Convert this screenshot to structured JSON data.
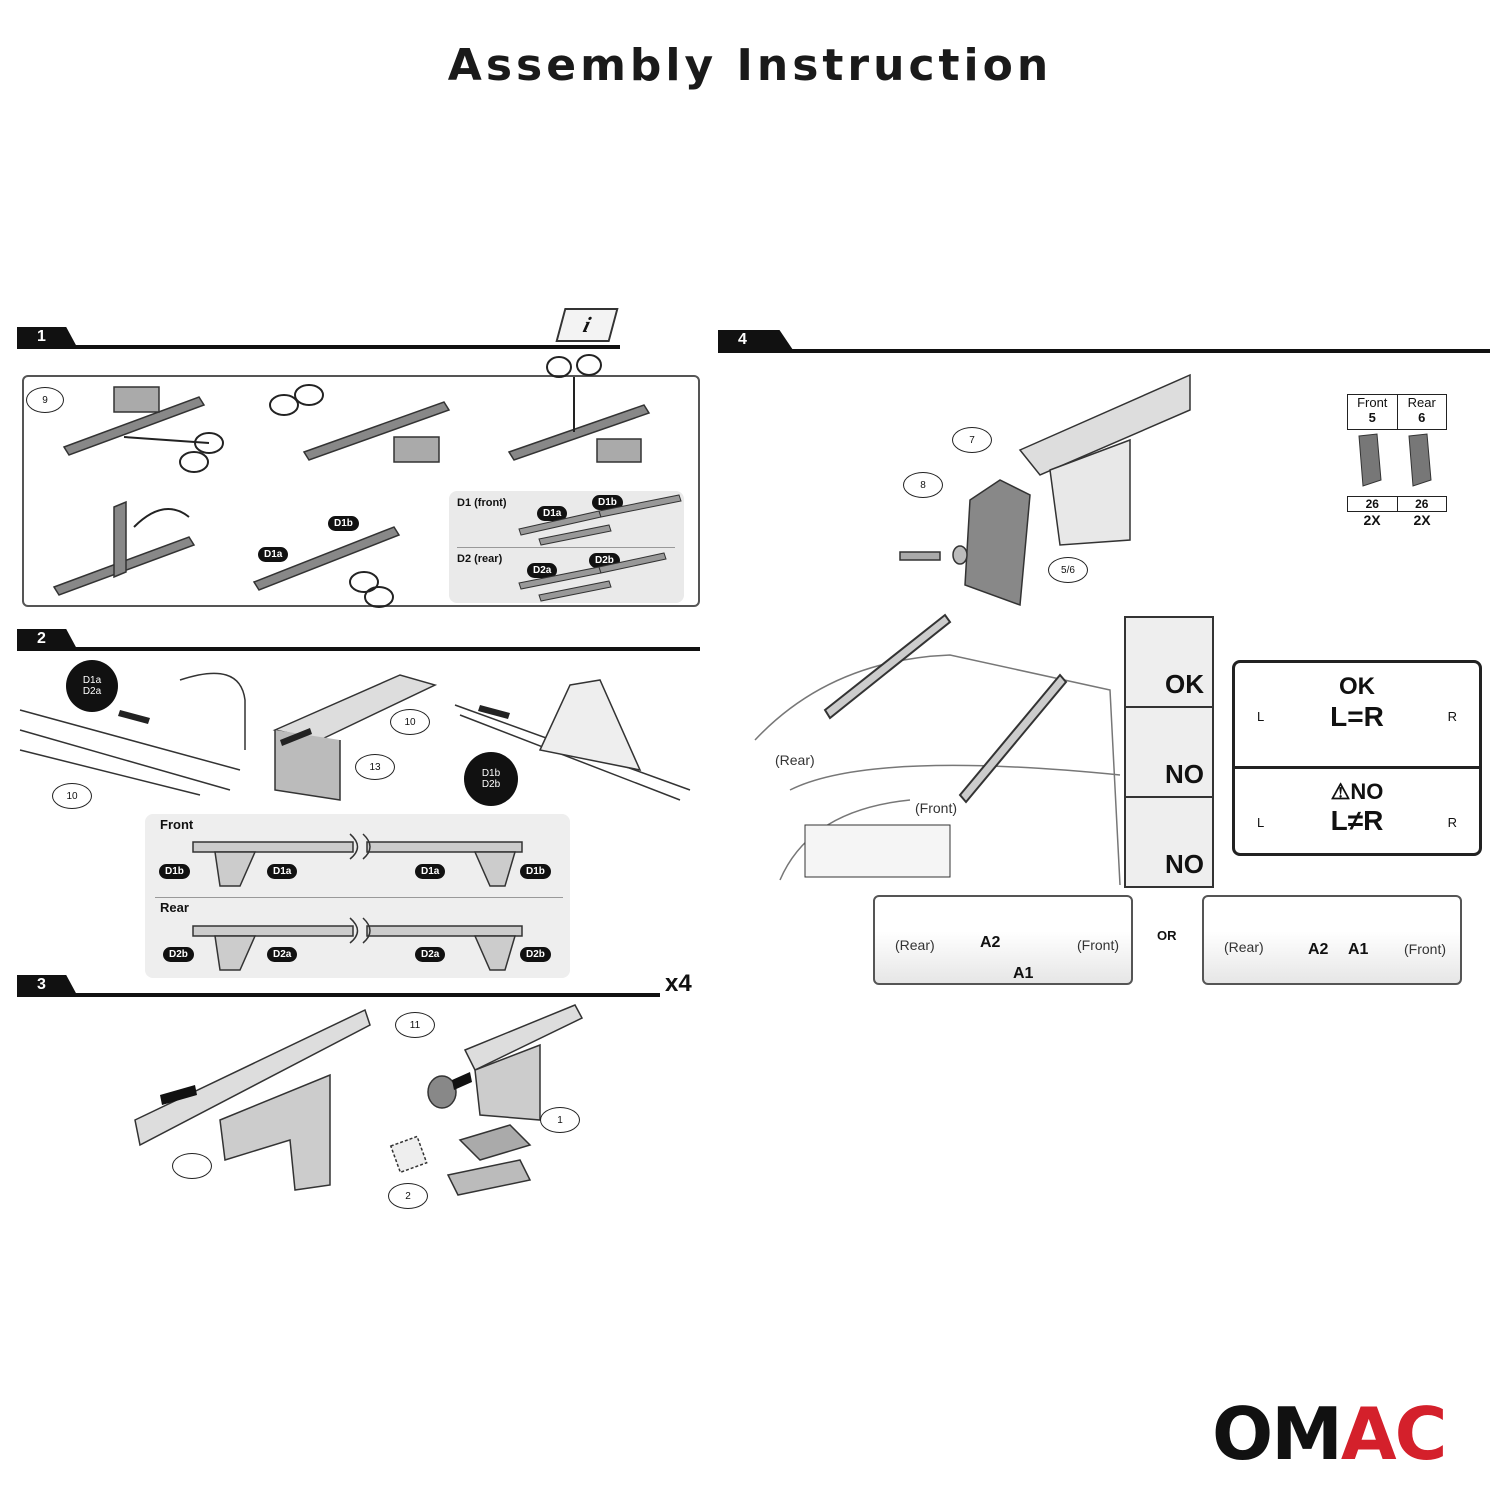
{
  "title": "Assembly Instruction",
  "steps": {
    "s1": {
      "number": "1",
      "callout_9": "9",
      "d1a": "D1a",
      "d1b": "D1b",
      "d1_front": "D1 (front)",
      "d2_rear": "D2 (rear)",
      "d2a": "D2a",
      "d2b": "D2b",
      "info_icon": "i"
    },
    "s2": {
      "number": "2",
      "d1a_d2a_line1": "D1a",
      "d1a_d2a_line2": "D2a",
      "d1b_d2b_line1": "D1b",
      "d1b_d2b_line2": "D2b",
      "callout_10": "10",
      "callout_13": "13",
      "front": "Front",
      "rear": "Rear",
      "front_pills": [
        "D1b",
        "D1a",
        "D1a",
        "D1b"
      ],
      "rear_pills": [
        "D2b",
        "D2a",
        "D2a",
        "D2b"
      ]
    },
    "s3": {
      "number": "3",
      "multiplier": "x4",
      "callout_11": "11",
      "callout_1": "1",
      "callout_2": "2"
    },
    "s4": {
      "number": "4",
      "callout_7": "7",
      "callout_8": "8",
      "callout_56": "5/6",
      "table": {
        "front": "Front",
        "front_num": "5",
        "rear": "Rear",
        "rear_num": "6",
        "qty_front": "26",
        "qty_rear": "26",
        "mult_front": "2X",
        "mult_rear": "2X"
      },
      "rear_label": "(Rear)",
      "front_label": "(Front)",
      "ok": "OK",
      "no1": "NO",
      "no2": "NO",
      "ok_box": {
        "title": "OK",
        "eq": "L=R",
        "l": "L",
        "r": "R"
      },
      "no_box": {
        "title": "⚠NO",
        "eq": "L≠R",
        "l": "L",
        "r": "R"
      },
      "or": "OR",
      "a2": "A2",
      "a1": "A1"
    }
  },
  "logo": {
    "om": "OM",
    "ac": "AC",
    "om_color": "#111111",
    "ac_color": "#d4202b"
  }
}
